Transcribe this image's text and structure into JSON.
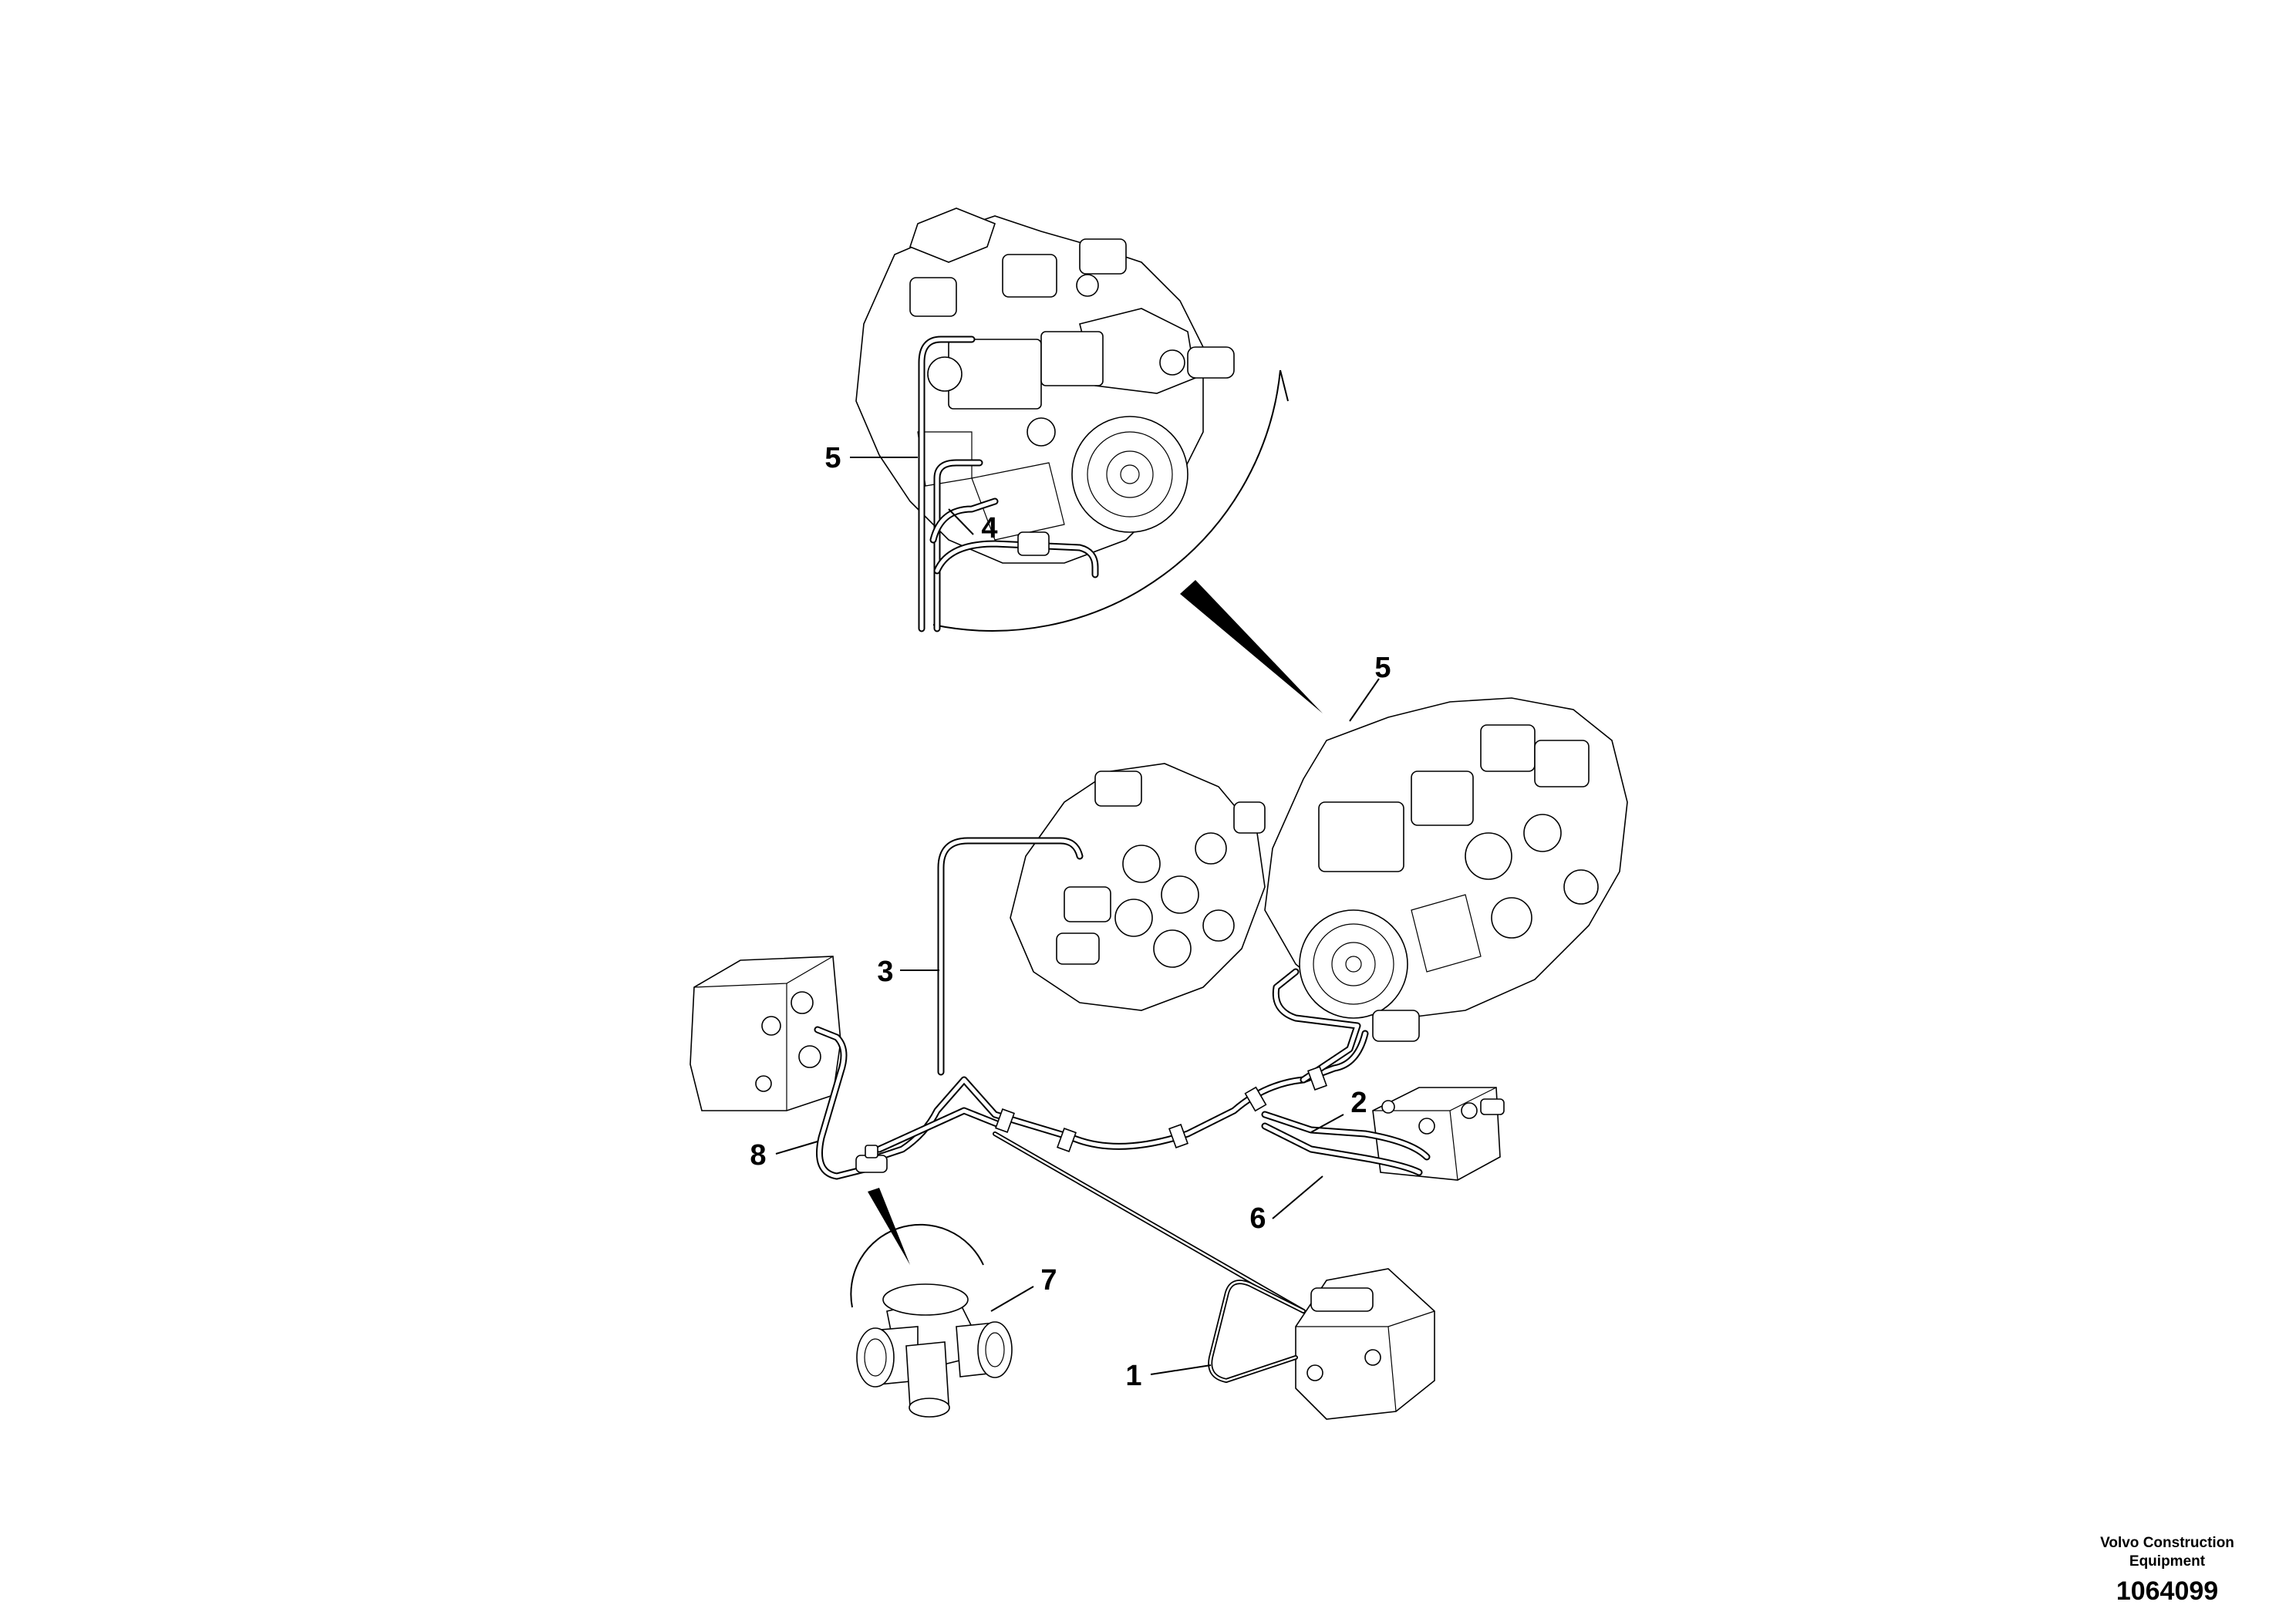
{
  "diagram": {
    "callouts": [
      {
        "id": "1",
        "text": "1"
      },
      {
        "id": "2",
        "text": "2"
      },
      {
        "id": "3",
        "text": "3"
      },
      {
        "id": "4",
        "text": "4"
      },
      {
        "id": "5a",
        "text": "5"
      },
      {
        "id": "5b",
        "text": "5"
      },
      {
        "id": "6",
        "text": "6"
      },
      {
        "id": "7",
        "text": "7"
      },
      {
        "id": "8",
        "text": "8"
      }
    ]
  },
  "footer": {
    "brand_line1": "Volvo Construction",
    "brand_line2": "Equipment",
    "figure_number": "1064099"
  }
}
